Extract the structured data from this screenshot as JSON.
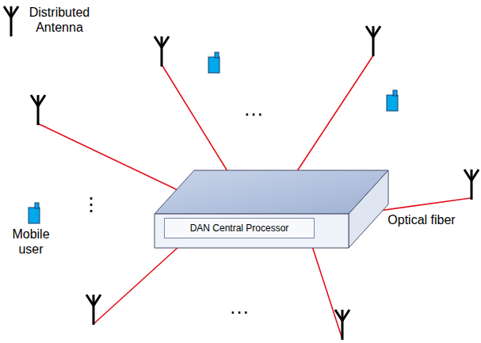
{
  "diagram": {
    "nodes": [
      {
        "text": [
          "DAN Central Processor"
        ]
      }
    ],
    "edges": [],
    "labels": [
      "Distributed Antenna",
      "Mobile user",
      "Optical fiber",
      "…",
      "⋮",
      "…"
    ]
  }
}
